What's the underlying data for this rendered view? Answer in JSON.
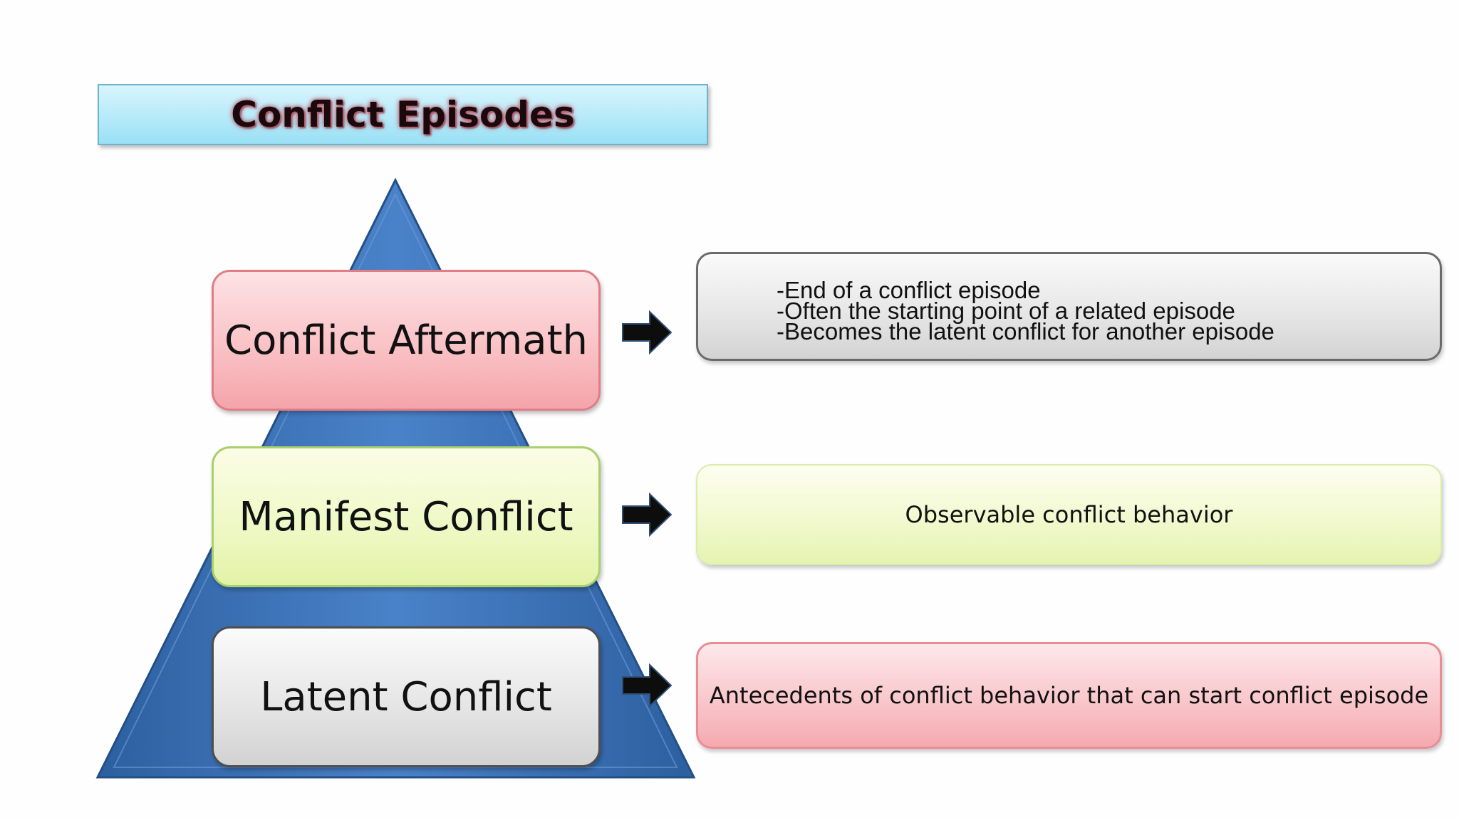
{
  "title": "Conflict Episodes",
  "levels": [
    {
      "label": "Conflict Aftermath",
      "description_lines": [
        "-End of a conflict episode",
        "-Often the starting point of a related episode",
        "-Becomes the latent conflict for another episode"
      ]
    },
    {
      "label": "Manifest Conflict",
      "description": "Observable conflict behavior"
    },
    {
      "label": "Latent Conflict",
      "description": "Antecedents of conflict behavior that can start conflict episode"
    }
  ],
  "colors": {
    "pyramid": "#3a6fb5",
    "aftermath": "#f7b7bc",
    "manifest": "#eaf6bd",
    "latent": "#dcdcdc",
    "arrow": "#111111"
  },
  "icons": {
    "arrow": "right-arrow-icon"
  }
}
